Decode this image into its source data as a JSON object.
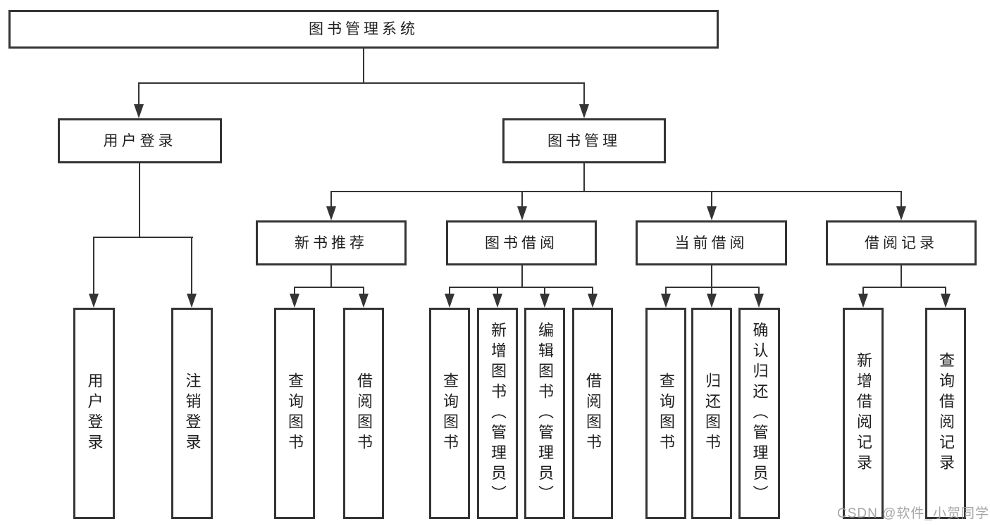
{
  "diagram": {
    "title": "图书管理系统",
    "branches": [
      {
        "label": "用户登录",
        "children": [
          {
            "label": "用户登录"
          },
          {
            "label": "注销登录"
          }
        ]
      },
      {
        "label": "图书管理",
        "children": [
          {
            "label": "新书推荐",
            "children": [
              {
                "label": "查询图书"
              },
              {
                "label": "借阅图书"
              }
            ]
          },
          {
            "label": "图书借阅",
            "children": [
              {
                "label": "查询图书"
              },
              {
                "label": "新增图书（管理员）"
              },
              {
                "label": "编辑图书（管理员）"
              },
              {
                "label": "借阅图书"
              }
            ]
          },
          {
            "label": "当前借阅",
            "children": [
              {
                "label": "查询图书"
              },
              {
                "label": "归还图书"
              },
              {
                "label": "确认归还（管理员）"
              }
            ]
          },
          {
            "label": "借阅记录",
            "children": [
              {
                "label": "新增借阅记录"
              },
              {
                "label": "查询借阅记录"
              }
            ]
          }
        ]
      }
    ]
  },
  "watermark": {
    "text": "CSDN @软件_小贺同学"
  },
  "colors": {
    "line": "#343434",
    "text": "#1f1f1f",
    "background": "#ffffff",
    "watermark": "#9e9e9e"
  }
}
